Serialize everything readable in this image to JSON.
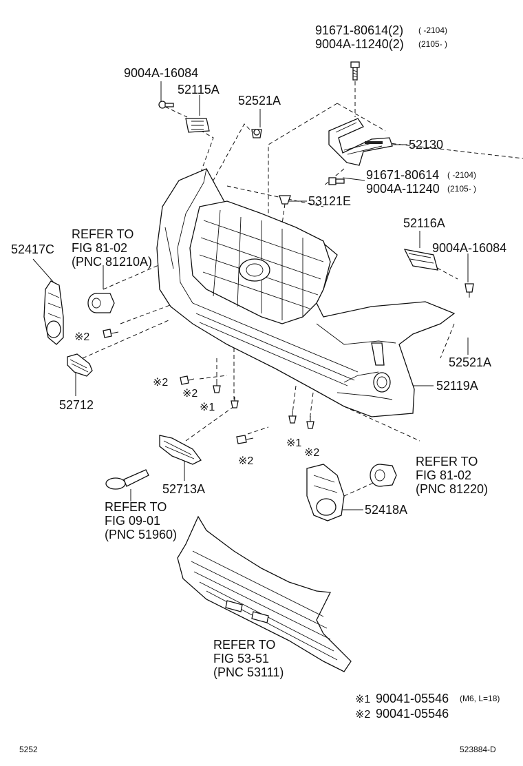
{
  "labels": {
    "bolt_top_1": "91671-80614(2)",
    "bolt_top_1_range": "(      -2104)",
    "bolt_top_2": "9004A-11240(2)",
    "bolt_top_2_range": "(2105-      )",
    "screw_left": "9004A-16084",
    "bracket_left": "52115A",
    "clip_top": "52521A",
    "bracket_center": "52130",
    "bolt_mid_1": "91671-80614",
    "bolt_mid_1_range": "(      -2104)",
    "bolt_mid_2": "9004A-11240",
    "bolt_mid_2_range": "(2105-      )",
    "clip_center": "53121E",
    "bracket_right": "52116A",
    "screw_right": "9004A-16084",
    "bezel_left": "52417C",
    "refer_left_1": "REFER TO",
    "refer_left_2": "FIG 81-02",
    "refer_left_3": "(PNC 81210A)",
    "clip_right": "52521A",
    "bumper": "52119A",
    "cover_left": "52712",
    "cover_center": "52713A",
    "refer_right_1": "REFER TO",
    "refer_right_2": "FIG 81-02",
    "refer_right_3": "(PNC 81220)",
    "bezel_right": "52418A",
    "refer_hook_1": "REFER TO",
    "refer_hook_2": "FIG 09-01",
    "refer_hook_3": "(PNC 51960)",
    "refer_grille_1": "REFER TO",
    "refer_grille_2": "FIG 53-51",
    "refer_grille_3": "(PNC 53111)",
    "mark_1": "※1",
    "mark_2": "※2",
    "legend_1_mark": "※1",
    "legend_1_part": "90041-05546",
    "legend_1_spec": "(M6, L=18)",
    "legend_2_mark": "※2",
    "legend_2_part": "90041-05546",
    "page_left": "5252",
    "page_right": "523884-D"
  }
}
